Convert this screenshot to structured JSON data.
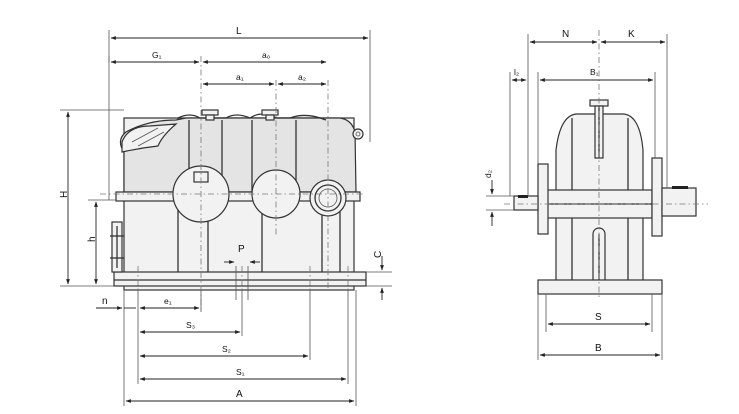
{
  "front_view_labels": {
    "L": "L",
    "G1": "G₁",
    "a0": "a₀",
    "a1": "a₁",
    "a2": "a₂",
    "H": "H",
    "h": "h",
    "P": "P",
    "C": "C",
    "n": "n",
    "e1": "e₁",
    "S3": "S₃",
    "S2": "S₂",
    "S1": "S₁",
    "A": "A"
  },
  "side_view_labels": {
    "N": "N",
    "K": "K",
    "l2": "l₂",
    "B1": "B₁",
    "d2": "d₂",
    "S": "S",
    "B": "B"
  }
}
